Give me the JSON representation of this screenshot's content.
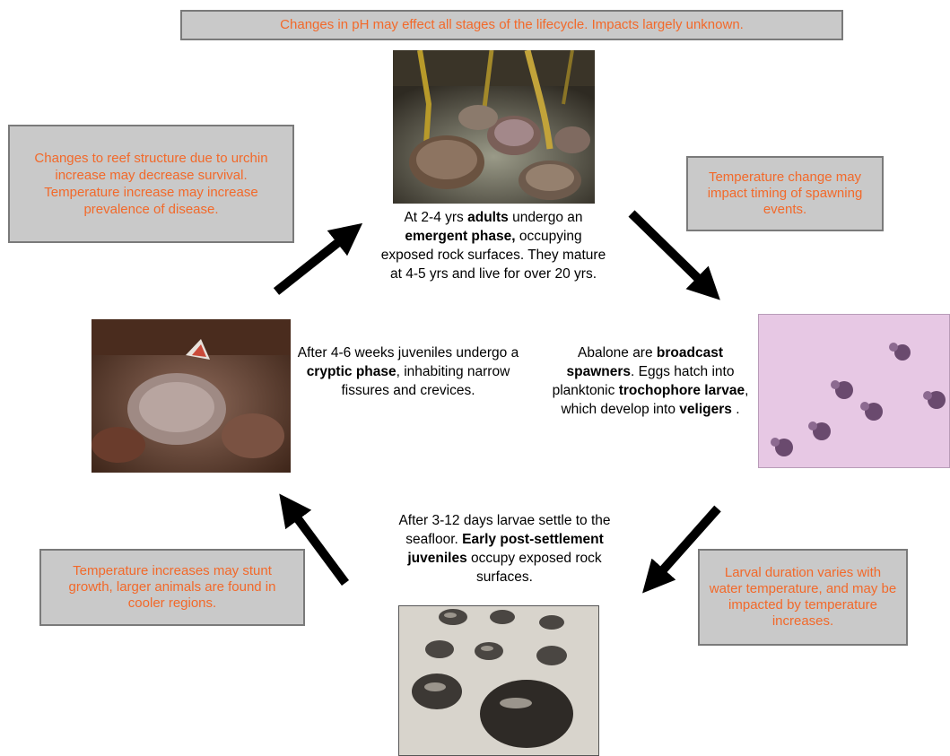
{
  "notes": {
    "ph": "Changes in pH may effect all stages of the lifecycle. Impacts largely unknown.",
    "reef": "Changes to reef structure due to urchin increase may decrease survival. Temperature increase may increase prevalence of disease.",
    "spawning": "Temperature change may impact timing of spawning events.",
    "growth": "Temperature increases may stunt growth, larger animals are found in cooler regions.",
    "larval": "Larval duration varies with water temperature, and may be impacted by temperature increases."
  },
  "stages": {
    "adults": {
      "t1": "At 2-4 yrs ",
      "b1": "adults",
      "t2": " undergo an ",
      "b2": "emergent phase,",
      "t3": " occupying exposed rock surfaces. They mature at 4-5 yrs and live for over 20 yrs."
    },
    "cryptic": {
      "t1": "After 4-6 weeks juveniles undergo a ",
      "b1": "cryptic phase",
      "t2": ", inhabiting narrow fissures and crevices."
    },
    "spawners": {
      "t1": "Abalone are ",
      "b1": "broadcast spawners",
      "t2": ". Eggs hatch into planktonic ",
      "b2": "trochophore larvae",
      "t3": ", which develop into ",
      "b3": "veligers",
      "t4": " ."
    },
    "settle": {
      "t1": "After 3-12 days larvae settle to the seafloor.  ",
      "b1": "Early post-settlement juveniles",
      "t2": " occupy exposed rock surfaces."
    }
  },
  "colors": {
    "note_text": "#f2692a",
    "note_bg": "#c9c9c9",
    "arrow": "#000000"
  }
}
